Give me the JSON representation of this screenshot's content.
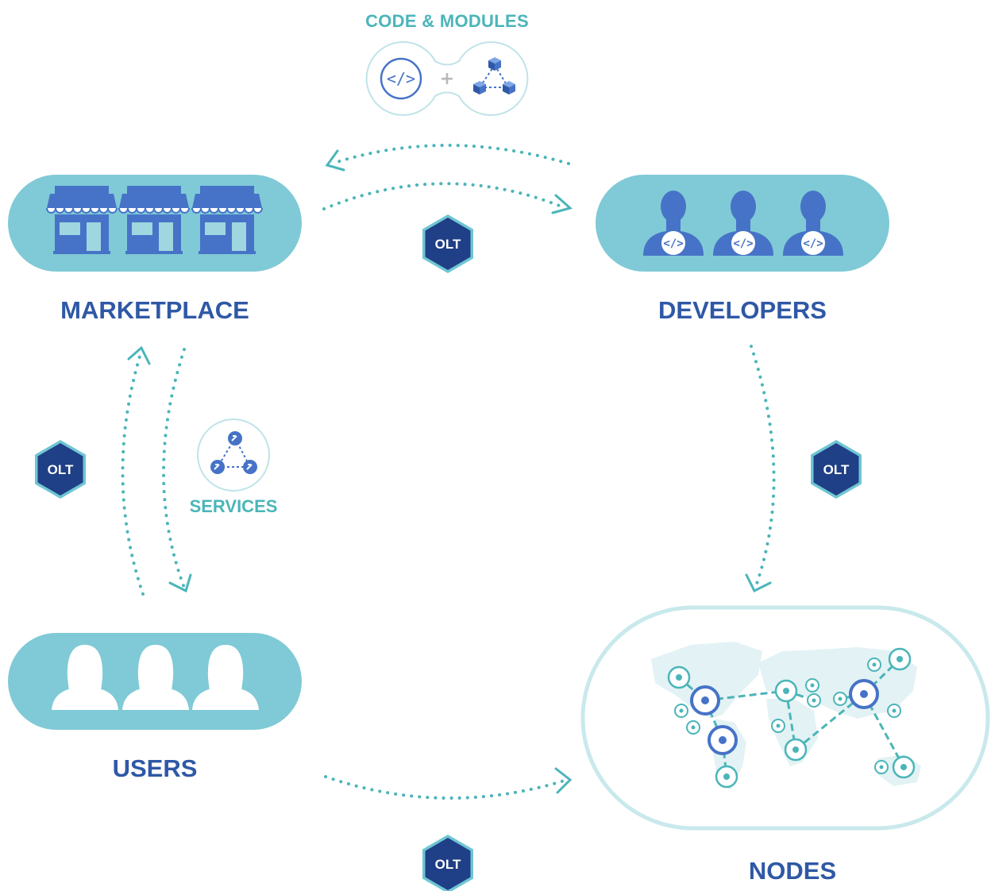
{
  "labels": {
    "code_modules": "CODE & MODULES",
    "marketplace": "MARKETPLACE",
    "developers": "DEVELOPERS",
    "services": "SERVICES",
    "users": "USERS",
    "nodes": "NODES"
  },
  "badges": {
    "top": "OLT",
    "left": "OLT",
    "right": "OLT",
    "bottom": "OLT"
  },
  "icons": {
    "code": "code-brackets-icon",
    "modules": "modules-network-icon",
    "storefront": "storefront-icon",
    "developer": "developer-person-icon",
    "services": "services-network-icon",
    "user": "user-person-icon",
    "world_map": "world-map-nodes-icon"
  },
  "colors": {
    "navy": "#2f58a6",
    "teal": "#4bb5b9",
    "pill": "#7fcad6",
    "icon_blue": "#4673c7",
    "badge": "#1f3f86",
    "badge_border": "#6fc6d3"
  }
}
